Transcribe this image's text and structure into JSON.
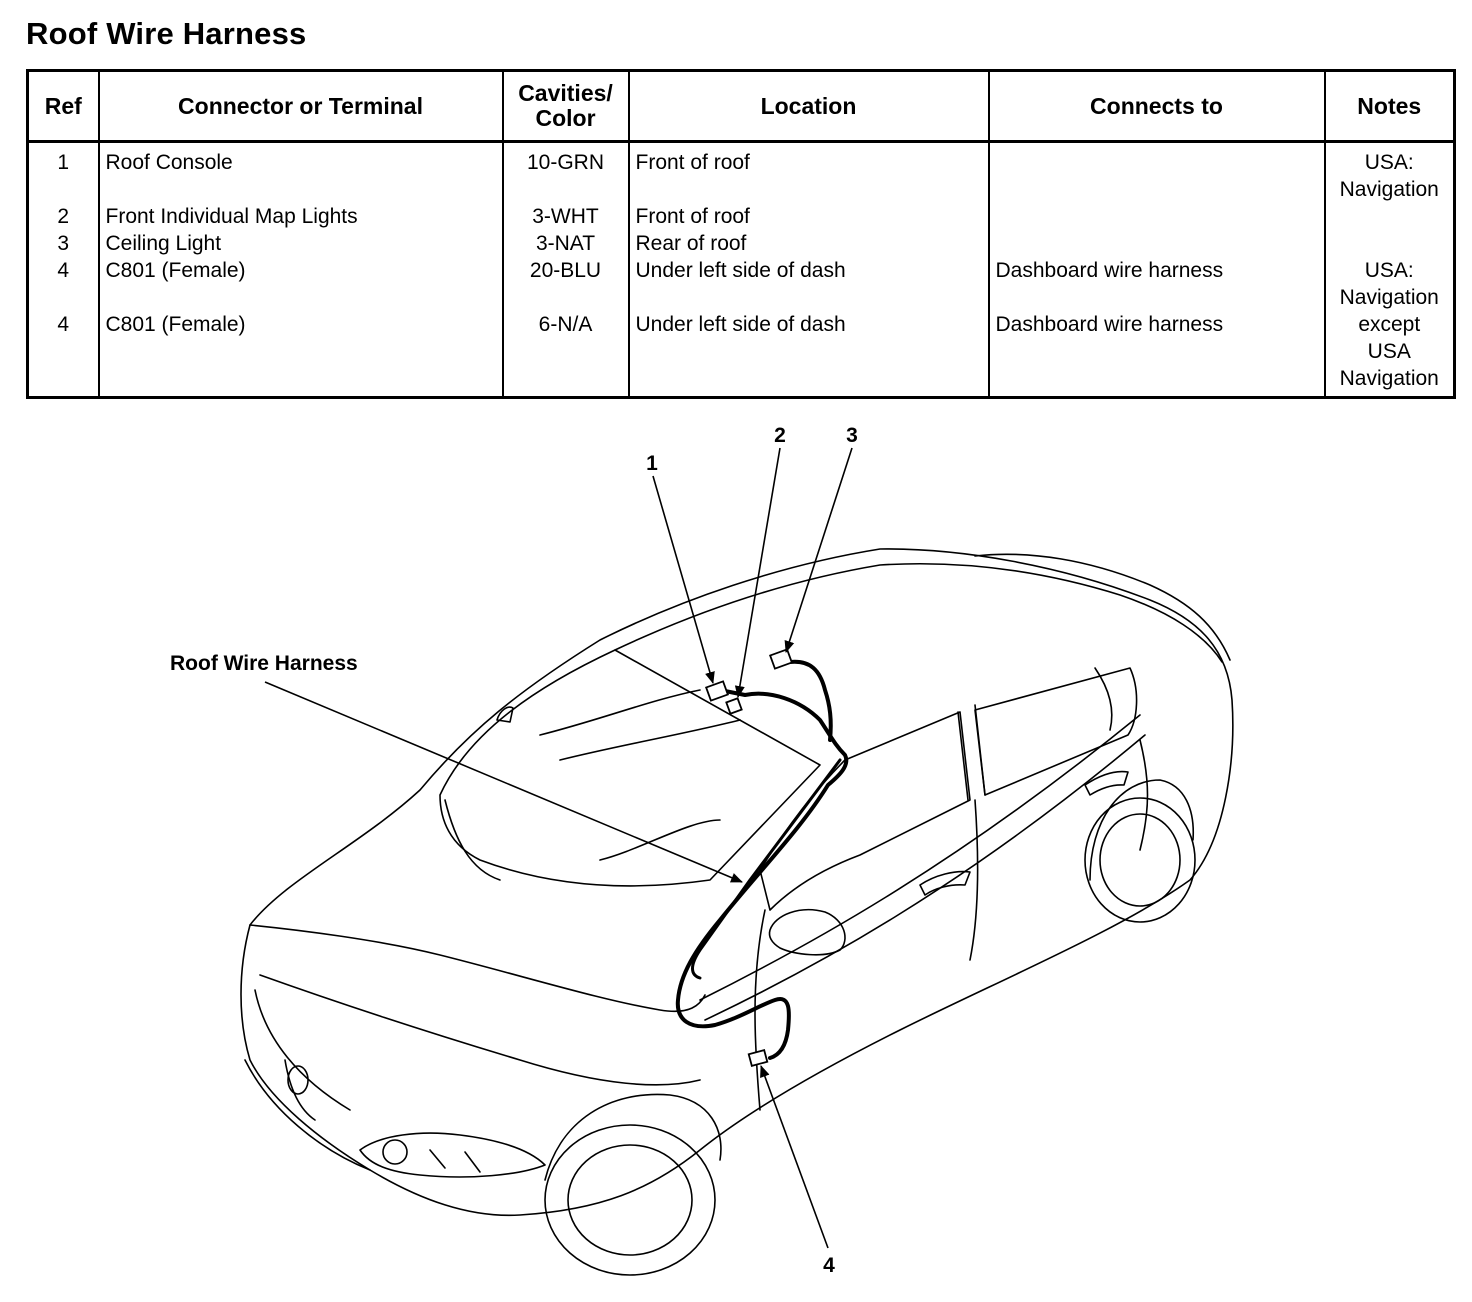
{
  "title": "Roof Wire Harness",
  "table": {
    "headers": {
      "ref": "Ref",
      "connector": "Connector or Terminal",
      "cavities_line1": "Cavities/",
      "cavities_line2": "Color",
      "location": "Location",
      "connects_to": "Connects to",
      "notes": "Notes"
    },
    "rows": [
      {
        "ref": "1",
        "connector": "Roof Console",
        "cavities": "10-GRN",
        "location": "Front of roof",
        "connects_to": "",
        "notes_line1": "USA:",
        "notes_line2": "Navigation"
      },
      {
        "ref": "2",
        "connector": "Front Individual Map Lights",
        "cavities": "3-WHT",
        "location": "Front of roof",
        "connects_to": "",
        "notes_line1": "",
        "notes_line2": ""
      },
      {
        "ref": "3",
        "connector": "Ceiling Light",
        "cavities": "3-NAT",
        "location": "Rear of roof",
        "connects_to": "",
        "notes_line1": "",
        "notes_line2": ""
      },
      {
        "ref": "4",
        "connector": "C801 (Female)",
        "cavities": "20-BLU",
        "location": "Under left side of dash",
        "connects_to": "Dashboard wire harness",
        "notes_line1": "USA:",
        "notes_line2": "Navigation"
      },
      {
        "ref": "4",
        "connector": "C801 (Female)",
        "cavities": "6-N/A",
        "location": "Under left side of dash",
        "connects_to": "Dashboard wire harness",
        "notes_line1": "except",
        "notes_line2": "USA",
        "notes_line3": "Navigation"
      }
    ]
  },
  "diagram": {
    "harness_label": "Roof Wire Harness",
    "callouts": [
      "1",
      "2",
      "3",
      "4"
    ]
  }
}
